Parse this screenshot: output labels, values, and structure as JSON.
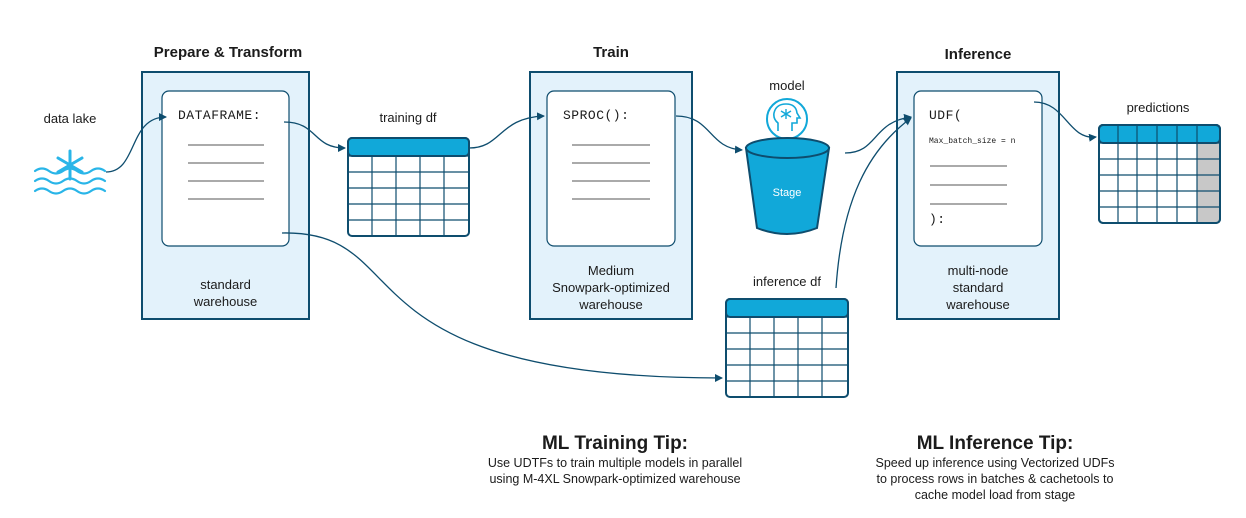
{
  "sections": {
    "prepare": {
      "title": "Prepare & Transform",
      "code_line": "DATAFRAME:",
      "warehouse_line1": "standard",
      "warehouse_line2": "warehouse"
    },
    "train": {
      "title": "Train",
      "code_line": "SPROC():",
      "warehouse_line1": "Medium",
      "warehouse_line2": "Snowpark-optimized",
      "warehouse_line3": "warehouse"
    },
    "inference": {
      "title": "Inference",
      "code_line1": "UDF(",
      "code_param": "Max_batch_size = n",
      "code_close": "):",
      "warehouse_line1": "multi-node",
      "warehouse_line2": "standard",
      "warehouse_line3": "warehouse"
    }
  },
  "labels": {
    "data_lake": "data lake",
    "training_df": "training df",
    "model": "model",
    "stage": "Stage",
    "inference_df": "inference df",
    "predictions": "predictions"
  },
  "tips": {
    "training": {
      "title": "ML Training Tip:",
      "line1": "Use UDTFs to train multiple models in parallel",
      "line2": "using M-4XL Snowpark-optimized warehouse"
    },
    "inference": {
      "title": "ML Inference Tip:",
      "line1": "Speed up inference using Vectorized UDFs",
      "line2": "to process rows in batches & cachetools to",
      "line3": "cache model load from stage"
    }
  },
  "colors": {
    "panel_fill": "#e3f2fb",
    "stroke": "#0e4d6e",
    "accent": "#11a8d9",
    "snowflake": "#29b5e8",
    "gray_column": "#c8c8c8"
  }
}
